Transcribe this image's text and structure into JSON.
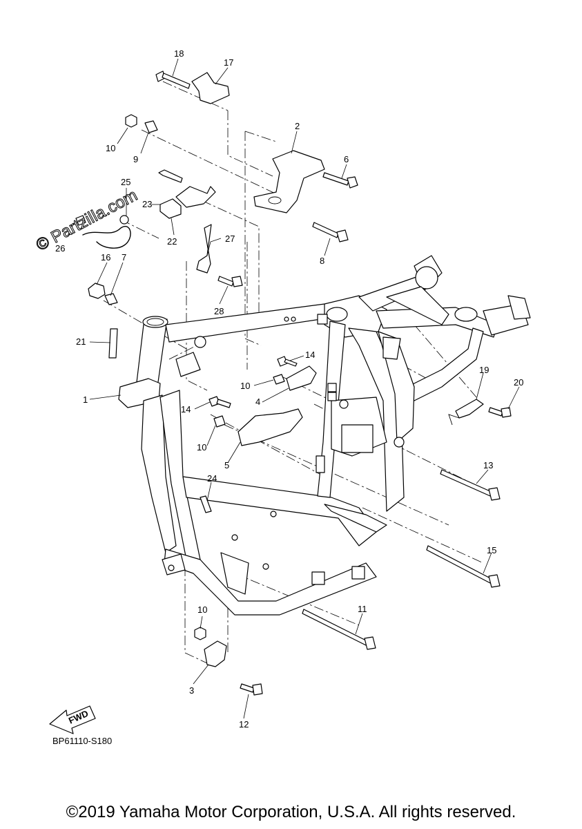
{
  "watermark": "© Partzilla.com",
  "callouts": [
    "18",
    "17",
    "2",
    "10",
    "9",
    "6",
    "25",
    "23",
    "22",
    "26",
    "8",
    "27",
    "16",
    "7",
    "28",
    "21",
    "1",
    "10",
    "14",
    "4",
    "19",
    "20",
    "14",
    "10",
    "5",
    "13",
    "24",
    "15",
    "11",
    "10",
    "3",
    "12"
  ],
  "fwd_label": "FWD",
  "diagram_code": "BP61110-S180",
  "copyright": "©2019 Yamaha Motor Corporation, U.S.A. All rights reserved."
}
